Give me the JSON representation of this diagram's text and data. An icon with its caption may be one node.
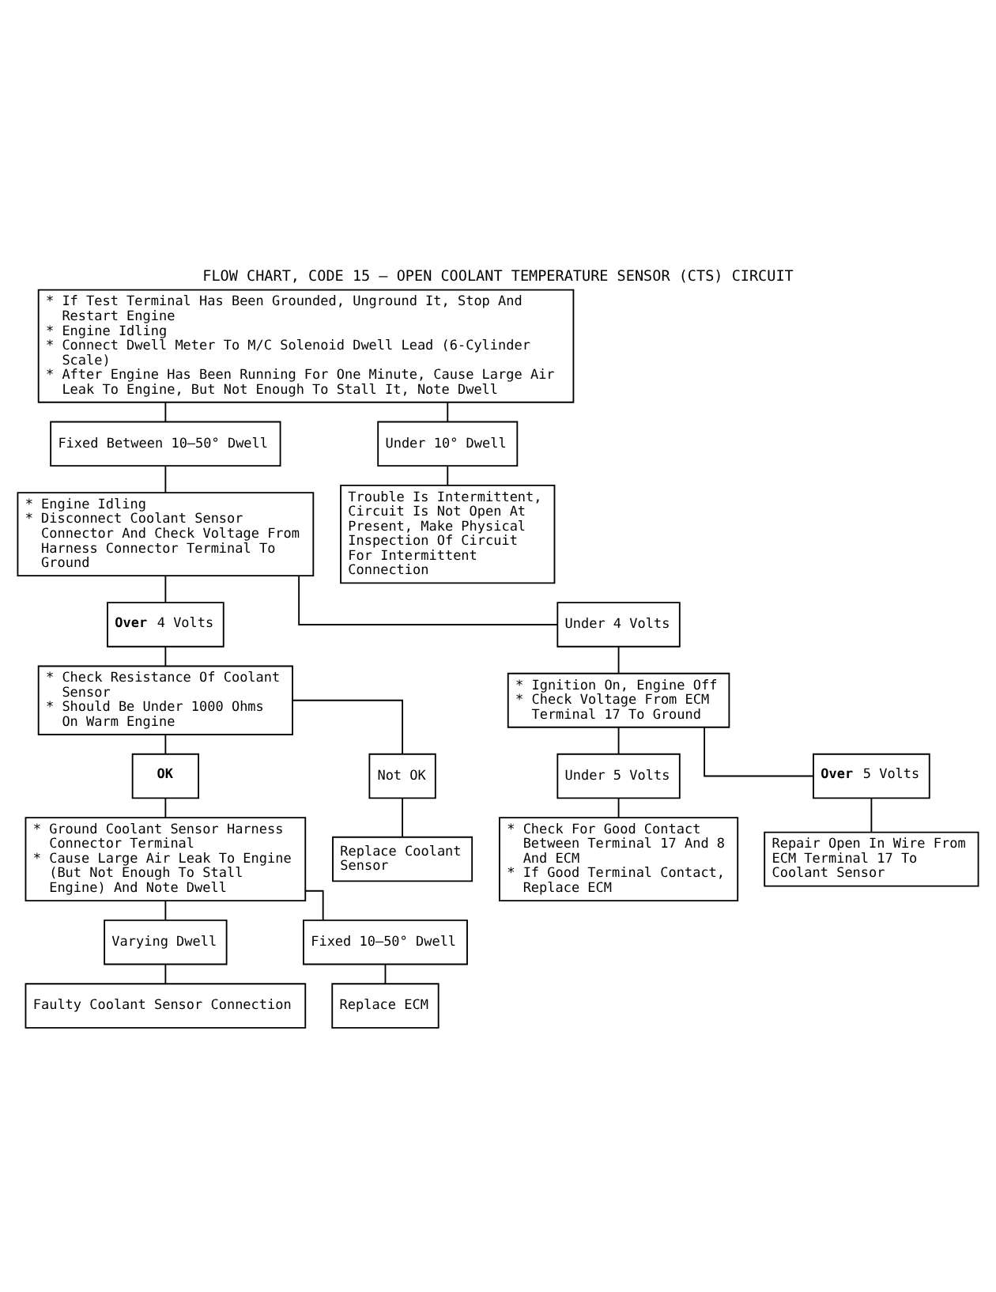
{
  "diagram": {
    "title": "FLOW CHART, CODE 15 – OPEN COOLANT TEMPERATURE SENSOR (CTS) CIRCUIT",
    "nodes": [
      {
        "text": [
          "* If Test Terminal Has Been Grounded, Unground It, Stop And Restart Engine",
          "* Engine Idling",
          "* Connect Dwell Meter To M/C Solenoid Dwell Lead (6-Cylinder Scale)",
          "* After Engine Has Been Running For One Minute, Cause Large Air Leak To Engine, But Not Enough To Stall It, Note Dwell"
        ]
      },
      {
        "text": [
          "Fixed Between 10–50° Dwell"
        ]
      },
      {
        "text": [
          "Under 10° Dwell"
        ]
      },
      {
        "text": [
          "* Engine Idling",
          "* Disconnect Coolant Sensor Connector And Check Voltage From Harness Connector Terminal To Ground"
        ]
      },
      {
        "text": [
          "Trouble Is Intermittent, Circuit Is Not Open At Present, Make Physical Inspection Of Circuit For Intermittent Connection"
        ]
      },
      {
        "text": [
          "**Over** 4 Volts"
        ]
      },
      {
        "text": [
          "Under 4 Volts"
        ]
      },
      {
        "text": [
          "* Check Resistance Of Coolant Sensor",
          "* Should Be Under 1000 Ohms On Warm Engine"
        ]
      },
      {
        "text": [
          "* Ignition On, Engine Off",
          "* Check Voltage From ECM Terminal 17 To Ground"
        ]
      },
      {
        "text": [
          "Not OK"
        ]
      },
      {
        "text": [
          "**Over** 5 Volts"
        ]
      },
      {
        "text": [
          "Replace Coolant Sensor"
        ]
      },
      {
        "text": [
          "Repair Open In Wire From ECM Terminal 17 To Coolant Sensor"
        ]
      },
      {
        "text": [
          "OK"
        ]
      },
      {
        "text": [
          "Under 5 Volts"
        ]
      },
      {
        "text": [
          "* Ground Coolant Sensor Harness Connector Terminal",
          "* Cause Large Air Leak To Engine (But Not Enough To Stall Engine) And Note Dwell"
        ]
      },
      {
        "text": [
          "* Check For Good Contact Between Terminal 17 And 8 And ECM",
          "* If Good Terminal Contact, Replace ECM"
        ]
      },
      {
        "text": [
          "Varying Dwell"
        ]
      },
      {
        "text": [
          "Fixed 10–50° Dwell"
        ]
      },
      {
        "text": [
          "Faulty Coolant Sensor Connection"
        ]
      },
      {
        "text": [
          "Replace ECM"
        ]
      }
    ],
    "edges": [
      {
        "from": 0,
        "to": 1,
        "arrow": "none"
      },
      {
        "from": 0,
        "to": 2,
        "arrow": "none"
      },
      {
        "from": 1,
        "to": 3,
        "arrow": "none"
      },
      {
        "from": 2,
        "to": 4,
        "arrow": "none"
      },
      {
        "from": 3,
        "to": 5,
        "arrow": "none"
      },
      {
        "from": 3,
        "to": 6,
        "arrow": "none"
      },
      {
        "from": 5,
        "to": 7,
        "arrow": "none"
      },
      {
        "from": 6,
        "to": 8,
        "arrow": "none"
      },
      {
        "from": 7,
        "to": 13,
        "arrow": "none"
      },
      {
        "from": 7,
        "to": 9,
        "arrow": "none"
      },
      {
        "from": 9,
        "to": 11,
        "arrow": "none"
      },
      {
        "from": 13,
        "to": 15,
        "arrow": "none"
      },
      {
        "from": 8,
        "to": 14,
        "arrow": "none"
      },
      {
        "from": 8,
        "to": 10,
        "arrow": "none"
      },
      {
        "from": 10,
        "to": 12,
        "arrow": "none"
      },
      {
        "from": 14,
        "to": 16,
        "arrow": "none"
      },
      {
        "from": 15,
        "to": 17,
        "arrow": "none"
      },
      {
        "from": 15,
        "to": 18,
        "arrow": "none"
      },
      {
        "from": 17,
        "to": 19,
        "arrow": "none"
      },
      {
        "from": 18,
        "to": 20,
        "arrow": "none"
      }
    ]
  }
}
